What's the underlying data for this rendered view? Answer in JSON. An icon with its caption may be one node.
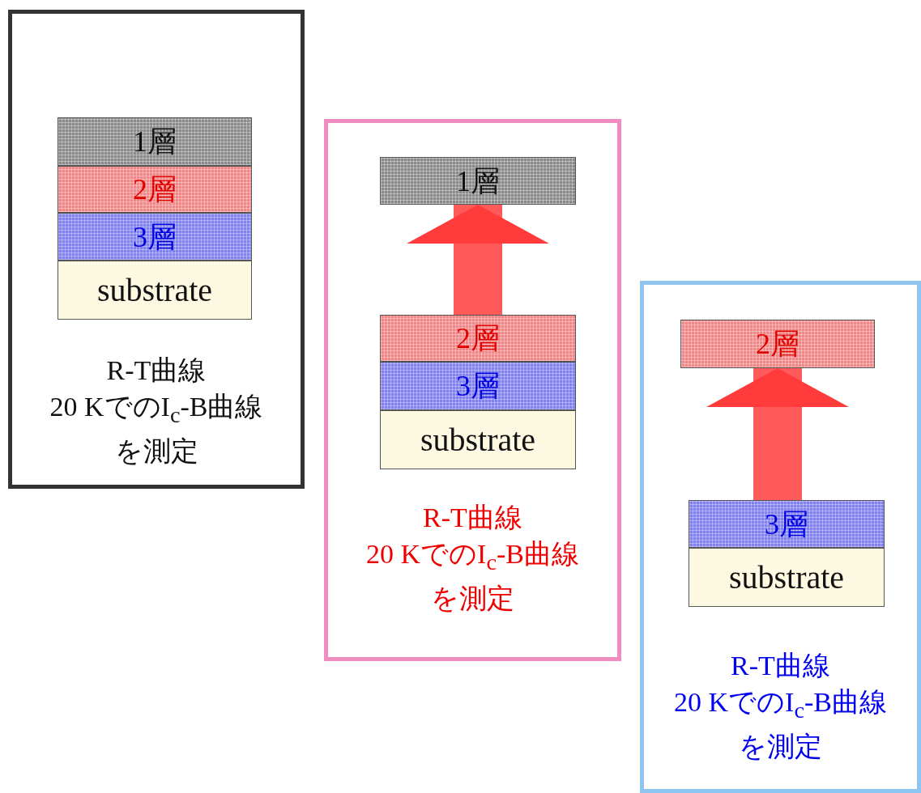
{
  "diagram": {
    "nodes": [
      {
        "text": [
          "R-T曲線",
          "20 KでのI$_{c}$-B曲線",
          "を測定"
        ]
      },
      {
        "text": [
          "1層"
        ],
        "in": 0
      },
      {
        "text": [
          "2層"
        ],
        "in": 0
      },
      {
        "text": [
          "3層"
        ],
        "in": 0
      },
      {
        "text": [
          "substrate"
        ],
        "in": 0
      },
      {
        "text": [
          "R-T曲線",
          "20 KでのI$_{c}$-B曲線",
          "を測定"
        ]
      },
      {
        "text": [
          "1層"
        ],
        "in": 5
      },
      {
        "text": [
          "2層"
        ],
        "in": 5
      },
      {
        "text": [
          "3層"
        ],
        "in": 5
      },
      {
        "text": [
          "substrate"
        ],
        "in": 5
      },
      {
        "text": [
          "R-T曲線",
          "20 KでのI$_{c}$-B曲線",
          "を測定"
        ]
      },
      {
        "text": [
          "2層"
        ],
        "in": 10
      },
      {
        "text": [
          "3層"
        ],
        "in": 10
      },
      {
        "text": [
          "substrate"
        ],
        "in": 10
      }
    ],
    "edges": [
      {
        "from": 7,
        "to": 6,
        "arrow": "to"
      },
      {
        "from": 12,
        "to": 11,
        "arrow": "to"
      }
    ]
  }
}
